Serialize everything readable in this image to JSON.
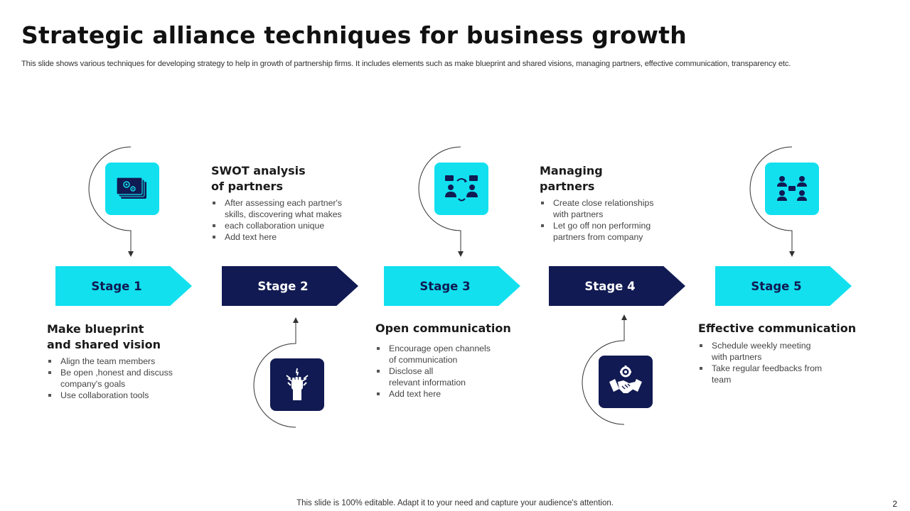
{
  "slide": {
    "title": "Strategic alliance techniques for business growth",
    "subtitle": "This slide shows various techniques for developing strategy to help in growth of partnership firms. It includes elements such as make blueprint and shared visions, managing partners, effective communication, transparency etc.",
    "footer": "This slide is 100% editable. Adapt it to your need and capture your audience's attention.",
    "page_number": "2"
  },
  "colors": {
    "cyan": "#12e0ef",
    "navy": "#111a52",
    "text": "#1a1a1a",
    "muted": "#444444"
  },
  "stages": [
    {
      "label": "Stage 1",
      "color": "cyan",
      "icon": "blueprint-gears-icon"
    },
    {
      "label": "Stage 2",
      "color": "navy",
      "icon": "raised-fist-icon"
    },
    {
      "label": "Stage 3",
      "color": "cyan",
      "icon": "team-conversation-icon"
    },
    {
      "label": "Stage 4",
      "color": "navy",
      "icon": "handshake-gear-icon"
    },
    {
      "label": "Stage 5",
      "color": "cyan",
      "icon": "people-network-icon"
    }
  ],
  "blocks": [
    {
      "heading_line1": "Make blueprint",
      "heading_line2": "and shared vision",
      "bullets": [
        {
          "line1": "Align the team members"
        },
        {
          "line1": "Be open ,honest and discuss",
          "line2": "company's goals"
        },
        {
          "line1": "Use collaboration tools"
        }
      ]
    },
    {
      "heading_line1": "SWOT analysis",
      "heading_line2": "of partners",
      "bullets": [
        {
          "line1": "After assessing each partner's",
          "line2": "skills, discovering what makes"
        },
        {
          "line1": "each collaboration unique"
        },
        {
          "line1": "Add text here"
        }
      ]
    },
    {
      "heading_line1": "Open communication",
      "bullets": [
        {
          "line1": "Encourage open channels",
          "line2": "of communication"
        },
        {
          "line1": "Disclose all",
          "line2": "relevant  information"
        },
        {
          "line1": "Add text here"
        }
      ]
    },
    {
      "heading_line1": "Managing",
      "heading_line2": "partners",
      "bullets": [
        {
          "line1": "Create close relationships",
          "line2": "with partners"
        },
        {
          "line1": "Let go off non performing",
          "line2": "partners from company"
        }
      ]
    },
    {
      "heading_line1": "Effective communication",
      "bullets": [
        {
          "line1": "Schedule weekly meeting",
          "line2": "with partners"
        },
        {
          "line1": "Take regular feedbacks from",
          "line2": "team"
        }
      ]
    }
  ]
}
